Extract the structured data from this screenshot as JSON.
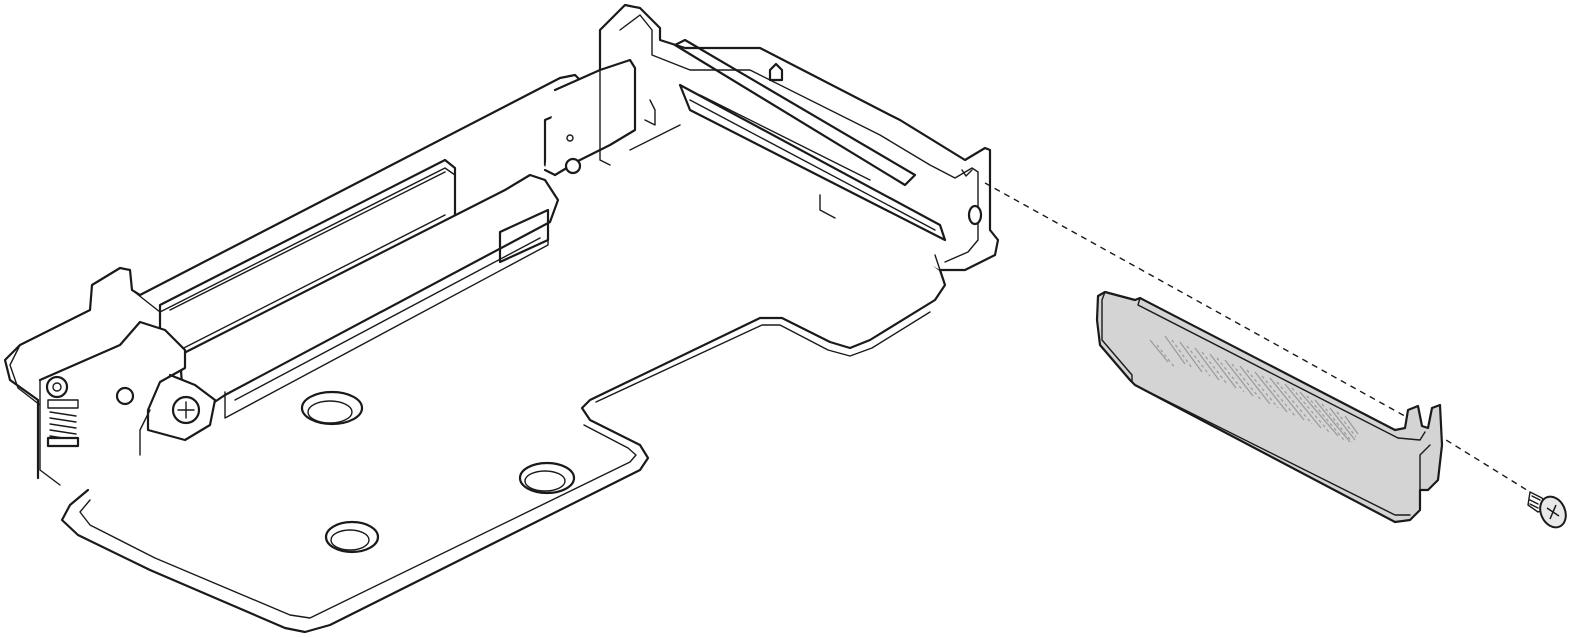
{
  "diagram": {
    "parts": [
      "riser-cage",
      "slot-bracket",
      "screw"
    ],
    "colors": {
      "line": "#1a1a1a",
      "bracket_fill": "#d4d4d4",
      "background": "#ffffff"
    },
    "icons": [
      "screw-icon",
      "alignment-dashed-line"
    ]
  }
}
